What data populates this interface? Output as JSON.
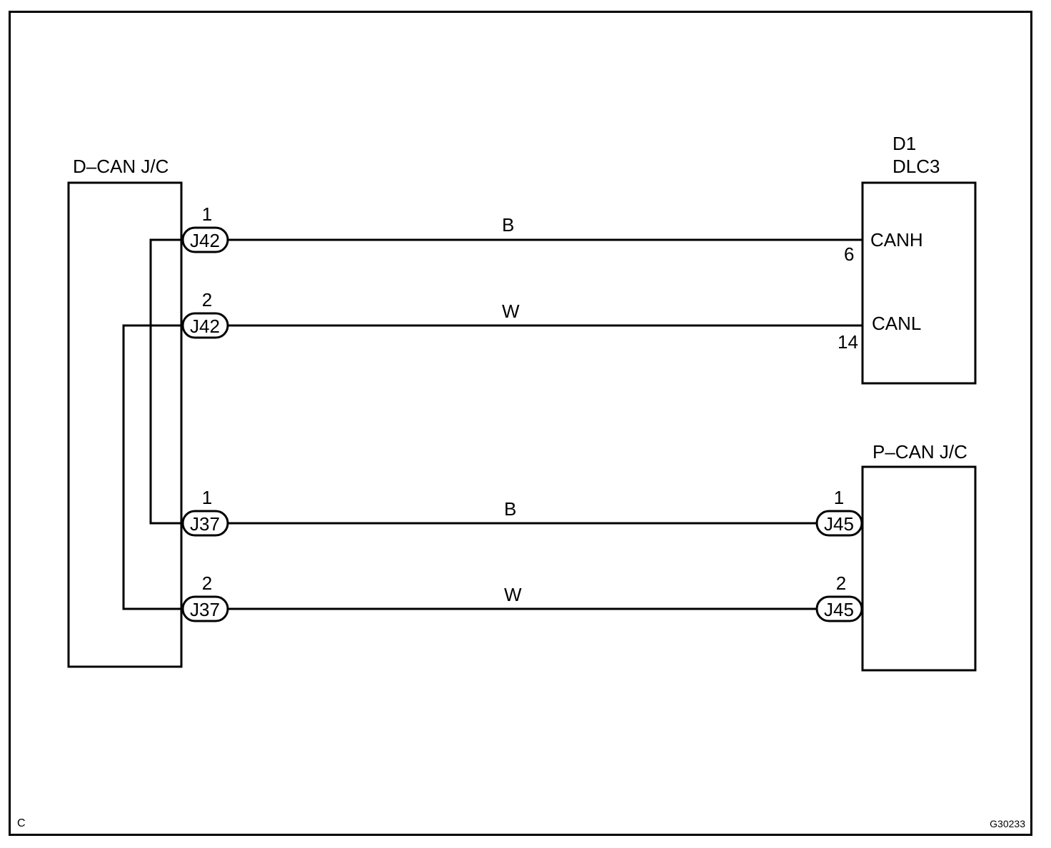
{
  "diagram": {
    "d_can_jc": {
      "label": "D–CAN J/C"
    },
    "dlc3": {
      "id": "D1",
      "label": "DLC3",
      "pins": {
        "canh": "CANH",
        "canl": "CANL"
      }
    },
    "p_can_jc": {
      "label": "P–CAN J/C"
    },
    "connectors": [
      {
        "pin": "1",
        "name": "J42"
      },
      {
        "pin": "2",
        "name": "J42"
      },
      {
        "pin": "1",
        "name": "J37"
      },
      {
        "pin": "2",
        "name": "J37"
      },
      {
        "pin": "1",
        "name": "J45"
      },
      {
        "pin": "2",
        "name": "J45"
      }
    ],
    "wires": [
      {
        "color": "B",
        "terminal": "6"
      },
      {
        "color": "W",
        "terminal": "14"
      },
      {
        "color": "B"
      },
      {
        "color": "W"
      }
    ],
    "footer": {
      "corner_letter": "C",
      "figure_code": "G30233"
    }
  }
}
